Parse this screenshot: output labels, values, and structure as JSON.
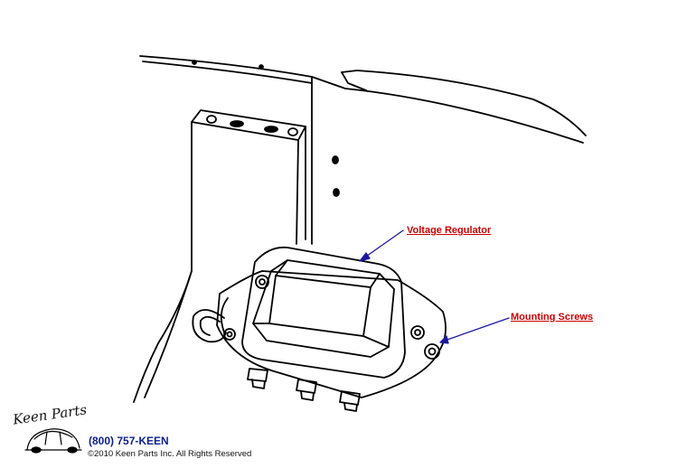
{
  "callouts": {
    "voltage_regulator": "Voltage Regulator",
    "mounting_screws": "Mounting Screws"
  },
  "branding": {
    "logo_text": "Keen Parts",
    "phone": "(800) 757-KEEN",
    "copyright": "©2010 Keen Parts Inc. All Rights Reserved"
  },
  "colors": {
    "callout_text": "#cc0000",
    "arrow": "#1a1aa0",
    "phone_text": "#0b1f8f",
    "line_art": "#000000"
  }
}
